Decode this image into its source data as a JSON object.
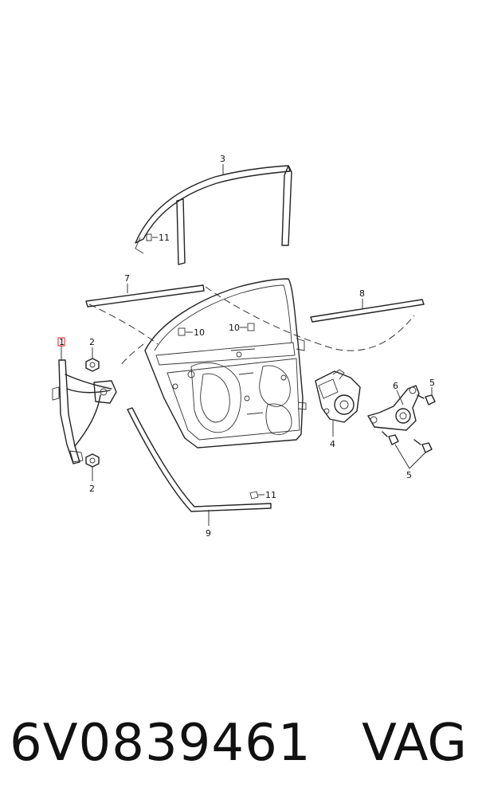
{
  "diagram": {
    "callouts": {
      "c1": "1",
      "c2a": "2",
      "c2b": "2",
      "c3": "3",
      "c4": "4",
      "c5a": "5",
      "c5b": "5",
      "c6": "6",
      "c7": "7",
      "c8": "8",
      "c9": "9",
      "c10a": "10",
      "c10b": "10",
      "c11a": "11",
      "c11b": "11"
    },
    "highlight_color": "#e0202a"
  },
  "footer": {
    "part_number": "6V0839461",
    "brand": "VAG"
  }
}
